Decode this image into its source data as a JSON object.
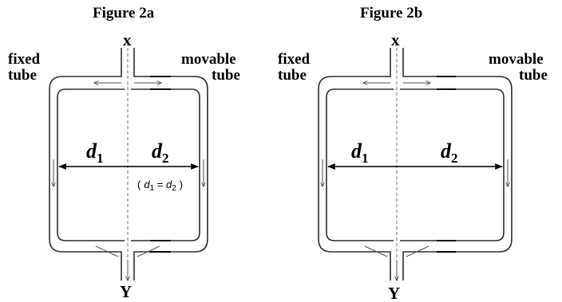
{
  "figure_a": {
    "title": "Figure 2a",
    "top_port": "x",
    "bottom_port": "Y",
    "left_label_line1": "fixed",
    "left_label_line2": "tube",
    "right_label_line1": "movable",
    "right_label_line2": "tube",
    "d1": {
      "base": "d",
      "sub": "1"
    },
    "d2": {
      "base": "d",
      "sub": "2"
    },
    "note": {
      "open": "(",
      "d1": "d",
      "d1_sub": "1",
      "eq": " = ",
      "d2": "d",
      "d2_sub": "2",
      "close": ")"
    }
  },
  "figure_b": {
    "title": "Figure 2b",
    "top_port": "x",
    "bottom_port": "Y",
    "left_label_line1": "fixed",
    "left_label_line2": "tube",
    "right_label_line1": "movable",
    "right_label_line2": "tube",
    "d1": {
      "base": "d",
      "sub": "1"
    },
    "d2": {
      "base": "d",
      "sub": "2"
    }
  }
}
